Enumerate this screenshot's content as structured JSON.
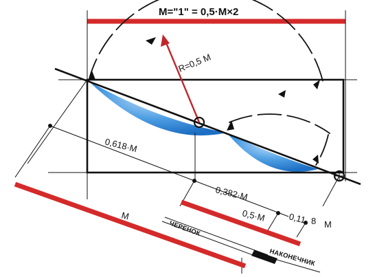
{
  "labels": {
    "top_formula": "M=\"1\" = 0,5·M×2",
    "radius": "R=0,5 M",
    "dim_0618": "0,618·M",
    "dim_0382": "0,382·M",
    "dim_05": "0,5·M",
    "dim_011": "0,11",
    "dim_8": "8",
    "dim_8_unit": "M",
    "dim_M": "M",
    "handle": "ЧЕРЕНОК",
    "tip": "НАКОНЕЧНИК"
  },
  "colors": {
    "red": "#d42a2a",
    "blue": "#2f86d6",
    "ink": "#111111"
  }
}
